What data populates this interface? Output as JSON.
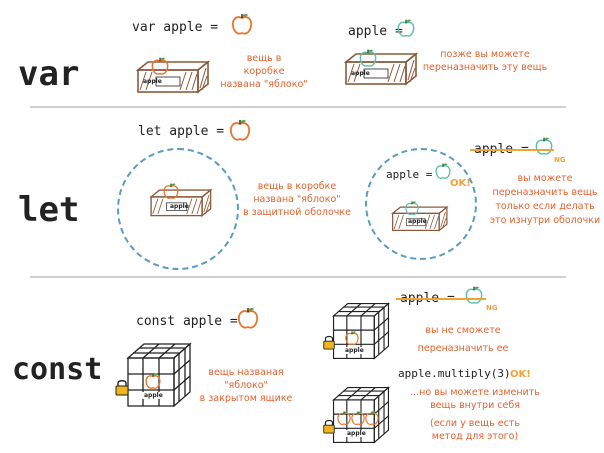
{
  "var_section": {
    "keyword": "var",
    "declaration": "var apple =",
    "box_label": "apple",
    "note": [
      "вещь в",
      "коробке",
      "названа \"яблоко\""
    ],
    "reassign_code": "apple =",
    "reassign_note": [
      "позже вы можете",
      "переназначить эту вещь"
    ]
  },
  "let_section": {
    "keyword": "let",
    "declaration": "let apple =",
    "box_label": "apple",
    "note": [
      "вещь в коробке",
      "названа \"яблоко\"",
      "в защитной оболочке"
    ],
    "reassign_code": "apple =",
    "ok_label": "OK!",
    "outside_code": "apple =",
    "ng_label": "NG",
    "box_label_2": "apple",
    "note_2": [
      "вы можете",
      "переназначить вещь",
      "только если делать",
      "это изнутри оболочки"
    ]
  },
  "const_section": {
    "keyword": "const",
    "declaration": "const apple =",
    "box_label": "apple",
    "note": [
      "вещь названая",
      "\"яблоко\"",
      "в закрытом ящике"
    ],
    "reassign_code": "apple =",
    "ng_label": "NG",
    "box_label_2": "apple",
    "note_2": [
      "вы не сможете",
      "переназначить ее"
    ],
    "method_code": "apple.multiply(3)",
    "ok_label": "OK!",
    "box_label_3": "apple",
    "note_3": [
      "...но вы можете изменить",
      "вещь внутри себя",
      "(если у вещь есть",
      "метод для этого)"
    ]
  },
  "colors": {
    "apple_red": "#e8742f",
    "apple_green": "#5cc1ad",
    "box_brown": "#8a5a3c",
    "shell_blue": "#5a9bc1",
    "note_orange": "#e2622f",
    "ok_yellow": "#f0a23a",
    "lock_yellow": "#f2b41a",
    "divider": "#cfcfcf"
  }
}
